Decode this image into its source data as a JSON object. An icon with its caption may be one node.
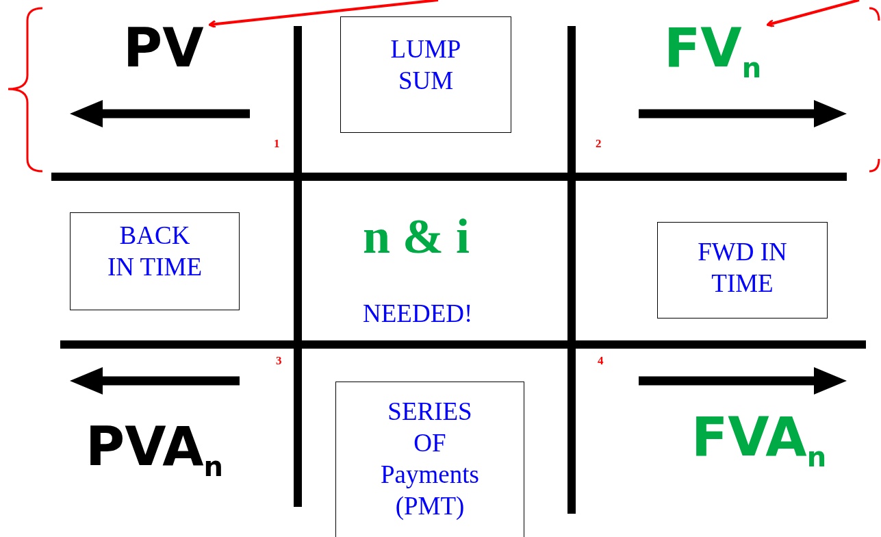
{
  "diagram": {
    "nodes": [
      {
        "text": [
          "PV"
        ]
      },
      {
        "text": [
          "LUMP SUM"
        ]
      },
      {
        "text": [
          "FV$_{n}$"
        ]
      },
      {
        "text": [
          "BACK IN TIME"
        ]
      },
      {
        "text": [
          "FWD IN TIME"
        ]
      },
      {
        "text": [
          "SERIES OF Payments (PMT)"
        ]
      }
    ],
    "edges": [
      {
        "from": null,
        "to": 0,
        "arrow": "to"
      },
      {
        "from": null,
        "to": 2,
        "arrow": "to"
      }
    ],
    "labels": [
      "1",
      "2",
      "n & i",
      "NEEDED!",
      "3",
      "4",
      "PVA$_{n}$",
      "FVA$_{n}$"
    ]
  }
}
